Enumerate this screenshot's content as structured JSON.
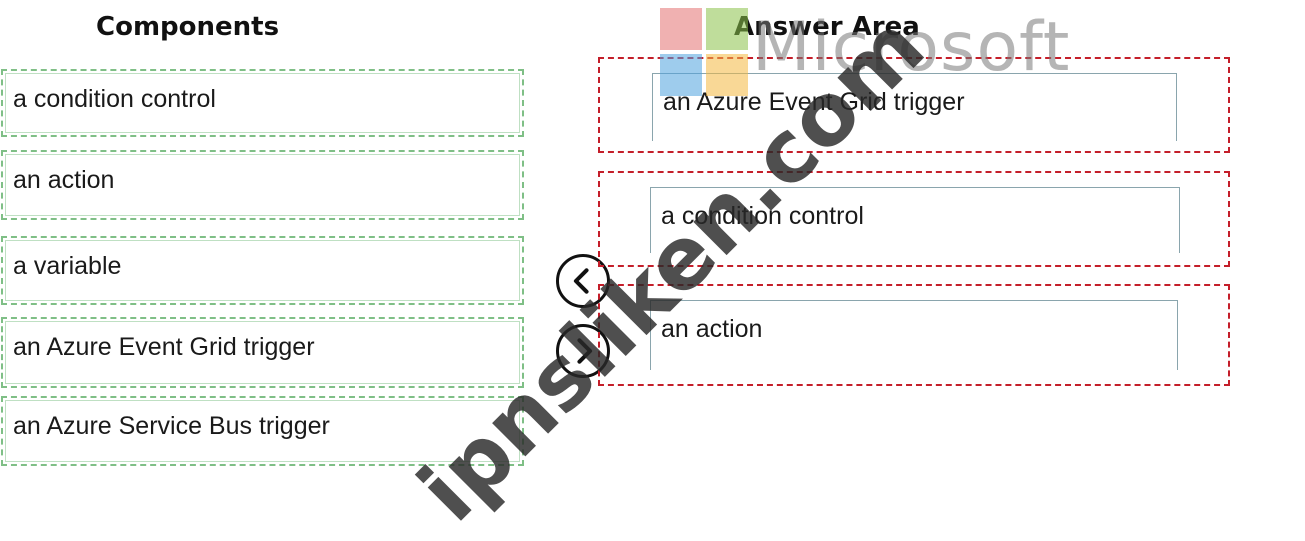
{
  "headings": {
    "components": "Components",
    "answer_area": "Answer Area"
  },
  "components": [
    {
      "label": "a condition control"
    },
    {
      "label": "an action"
    },
    {
      "label": "a variable"
    },
    {
      "label": "an Azure Event Grid trigger"
    },
    {
      "label": "an Azure Service Bus trigger"
    }
  ],
  "answer_area": {
    "slots": [
      {
        "label": "an Azure Event Grid trigger"
      },
      {
        "label": "a condition control"
      },
      {
        "label": "an action"
      }
    ]
  },
  "controls": {
    "move_left_icon": "chevron-left-icon",
    "move_right_icon": "chevron-right-icon"
  },
  "watermarks": {
    "logo": "Microsoft",
    "site": "ipnsliken.com"
  },
  "colors": {
    "component_border": "#7fbf86",
    "slot_border": "#c41e2a",
    "logo_red": "#f25022",
    "logo_green": "#7fba00",
    "logo_blue": "#00a4ef",
    "logo_yellow": "#ffb900"
  }
}
